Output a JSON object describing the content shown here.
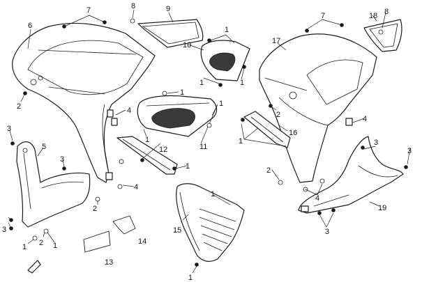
{
  "callouts": [
    {
      "id": "c7a",
      "text": "7"
    },
    {
      "id": "c8a",
      "text": "8"
    },
    {
      "id": "c9",
      "text": "9"
    },
    {
      "id": "c6",
      "text": "6"
    },
    {
      "id": "c2a",
      "text": "2"
    },
    {
      "id": "c3a",
      "text": "3"
    },
    {
      "id": "c5",
      "text": "5"
    },
    {
      "id": "c3b",
      "text": "3"
    },
    {
      "id": "c3c",
      "text": "3"
    },
    {
      "id": "c1a",
      "text": "1"
    },
    {
      "id": "c2b",
      "text": "2"
    },
    {
      "id": "c1b",
      "text": "1"
    },
    {
      "id": "c13",
      "text": "13"
    },
    {
      "id": "c14",
      "text": "14"
    },
    {
      "id": "c2c",
      "text": "2"
    },
    {
      "id": "c4a",
      "text": "4"
    },
    {
      "id": "c4b",
      "text": "4"
    },
    {
      "id": "c1c",
      "text": "1"
    },
    {
      "id": "c12",
      "text": "12"
    },
    {
      "id": "c1d",
      "text": "1"
    },
    {
      "id": "c11",
      "text": "11"
    },
    {
      "id": "c1e",
      "text": "1"
    },
    {
      "id": "c1f",
      "text": "1"
    },
    {
      "id": "c1g",
      "text": "1"
    },
    {
      "id": "c10",
      "text": "10"
    },
    {
      "id": "c1h",
      "text": "1"
    },
    {
      "id": "c1i",
      "text": "1"
    },
    {
      "id": "c1j",
      "text": "1"
    },
    {
      "id": "c15",
      "text": "15"
    },
    {
      "id": "c1k",
      "text": "1"
    },
    {
      "id": "c7b",
      "text": "7"
    },
    {
      "id": "c18",
      "text": "18"
    },
    {
      "id": "c8b",
      "text": "8"
    },
    {
      "id": "c17",
      "text": "17"
    },
    {
      "id": "c2d",
      "text": "2"
    },
    {
      "id": "c16",
      "text": "16"
    },
    {
      "id": "c1l",
      "text": "1"
    },
    {
      "id": "c4c",
      "text": "4"
    },
    {
      "id": "c3d",
      "text": "3"
    },
    {
      "id": "c3e",
      "text": "3"
    },
    {
      "id": "c2e",
      "text": "2"
    },
    {
      "id": "c4d",
      "text": "4"
    },
    {
      "id": "c19",
      "text": "19"
    },
    {
      "id": "c3f",
      "text": "3"
    }
  ]
}
